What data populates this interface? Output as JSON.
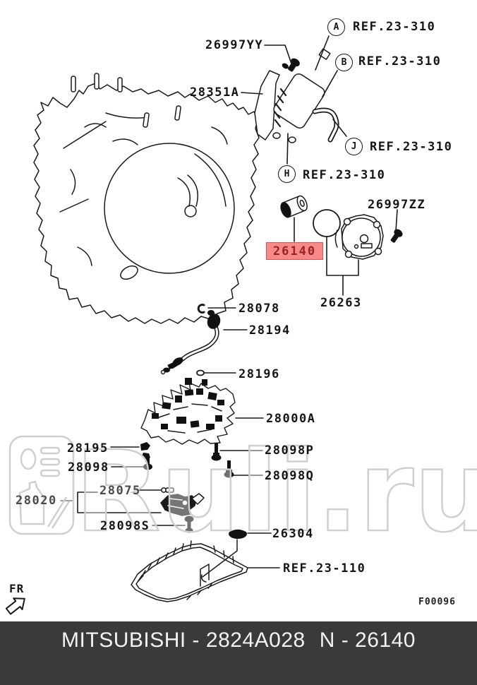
{
  "watermark": {
    "text": "Ruli.ru"
  },
  "diagram": {
    "fr_label": "FR",
    "figure_code": "F00096",
    "ref_310": "REF.23-310",
    "ref_110": "REF.23-110",
    "markers": {
      "a": "A",
      "b": "B",
      "j": "J",
      "h": "H"
    },
    "parts": {
      "p26997yy": "26997YY",
      "p28351a": "28351A",
      "p26997zz": "26997ZZ",
      "p26263": "26263",
      "p28078": "28078",
      "p28194": "28194",
      "p28196": "28196",
      "p28000a": "28000A",
      "p28098p": "28098P",
      "p28098q": "28098Q",
      "p28195": "28195",
      "p28098": "28098",
      "p28075": "28075",
      "p28020": "28020",
      "p28098s": "28098S",
      "p26304": "26304"
    },
    "highlight": {
      "code": "26140",
      "bg": "#F48A8A",
      "border": "#E05050",
      "text_color": "#A02020"
    }
  },
  "footer": {
    "left": "MITSUBISHI - 2824A028",
    "right": "N - 26140",
    "bg": "#3A3A3A"
  }
}
